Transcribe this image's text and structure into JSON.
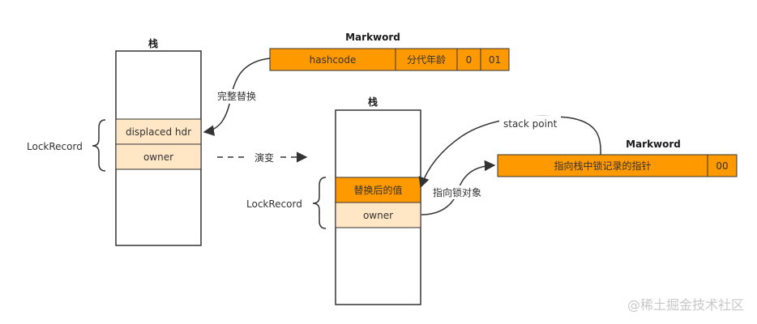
{
  "left_stack": {
    "title": "栈",
    "displaced_hdr_label": "displaced hdr",
    "owner_label": "owner",
    "lockrecord_label": "LockRecord"
  },
  "top_markword": {
    "title": "Markword",
    "hashcode_label": "hashcode",
    "age_label": "分代年龄",
    "bias_label": "0",
    "lock_label": "01"
  },
  "replace_label": "完整替换",
  "evolve_label": "演变",
  "right_stack": {
    "title": "栈",
    "replaced_label": "替换后的值",
    "owner_label": "owner",
    "lockrecord_label": "LockRecord"
  },
  "right_markword": {
    "title": "Markword",
    "pointer_label": "指向栈中锁记录的指针",
    "lock_label": "00"
  },
  "stack_point_label": "stack point",
  "point_to_lock_label": "指向锁对象",
  "watermark": "@稀土掘金技术社区",
  "colors": {
    "orange": "#ff9900",
    "light": "#ffe6c4",
    "line": "#333333"
  }
}
